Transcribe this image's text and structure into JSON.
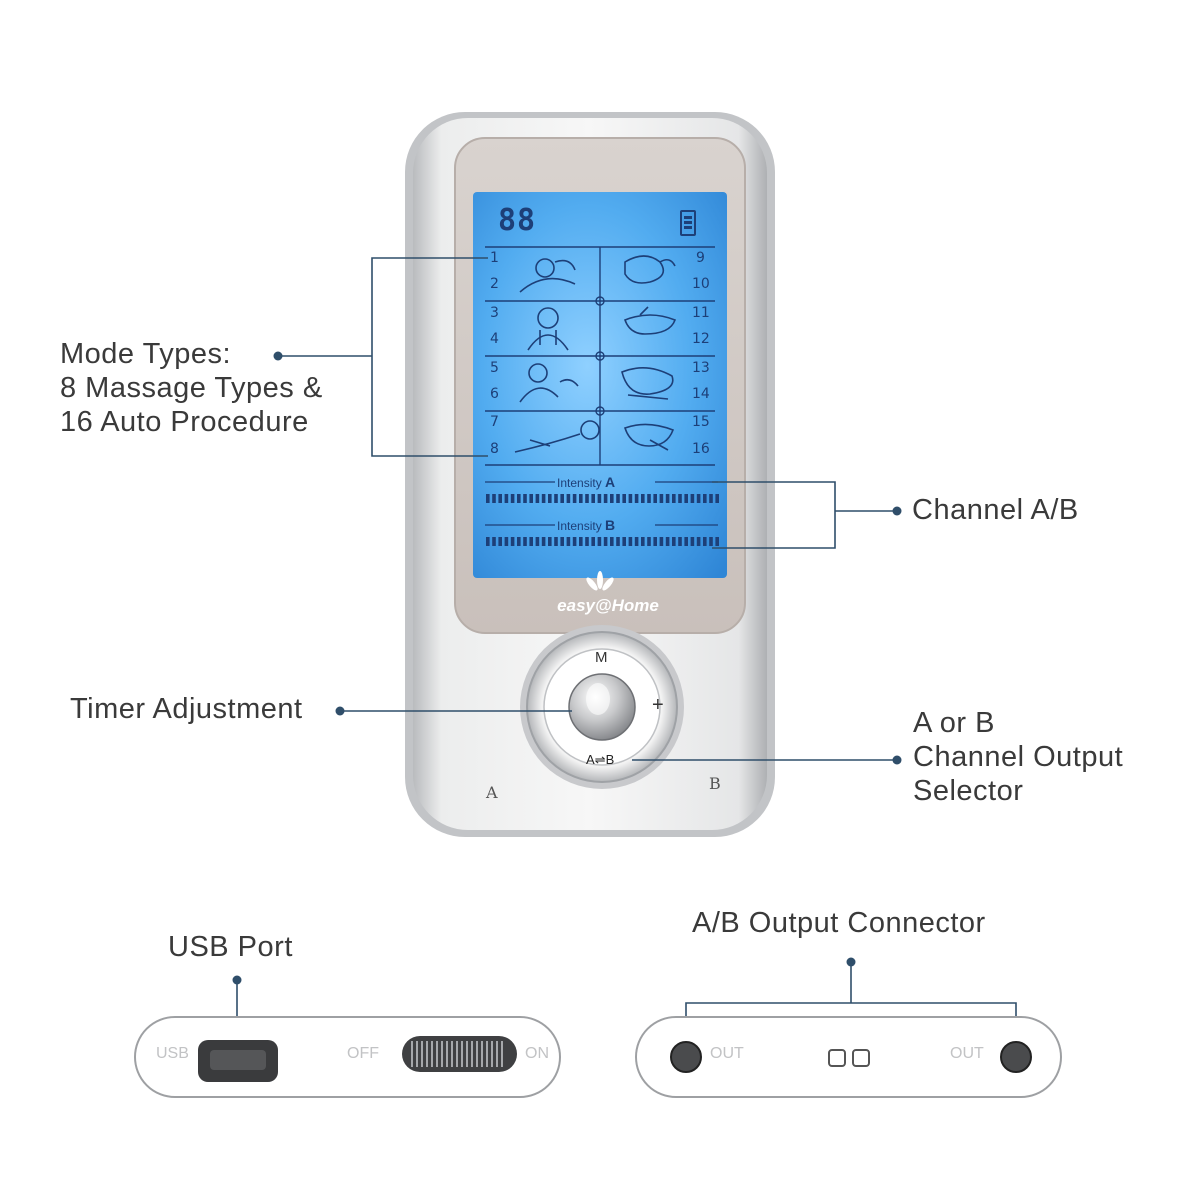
{
  "device": {
    "brand": "easy@Home",
    "lcd": {
      "digits": "88",
      "battery_icon": "battery-icon",
      "mode_numbers_left": [
        "1",
        "2",
        "3",
        "4",
        "5",
        "6",
        "7",
        "8"
      ],
      "mode_numbers_right": [
        "9",
        "10",
        "11",
        "12",
        "13",
        "14",
        "15",
        "16"
      ],
      "intensity_a_label": "Intensity",
      "intensity_a_channel": "A",
      "intensity_b_label": "Intensity",
      "intensity_b_channel": "B"
    },
    "dial": {
      "top": "M",
      "right": "+",
      "bottom": "A⇌B"
    },
    "port_a": "A",
    "port_b": "B"
  },
  "callouts": {
    "mode_types": "Mode Types:\n8 Massage Types &\n16 Auto Procedure",
    "channel_ab": "Channel A/B",
    "timer": "Timer Adjustment",
    "selector": "A or B\nChannel Output\nSelector",
    "usb_port": "USB Port",
    "output_connector": "A/B Output Connector"
  },
  "bottom_left_panel": {
    "usb_label": "USB",
    "off_label": "OFF",
    "on_label": "ON"
  },
  "bottom_right_panel": {
    "out_left": "OUT",
    "out_right": "OUT"
  },
  "colors": {
    "lcd_blue": "#47a4ee",
    "lcd_ink": "#1d3f78",
    "callout_line": "#2f4e6a",
    "body_silver": "#d9dadc"
  }
}
